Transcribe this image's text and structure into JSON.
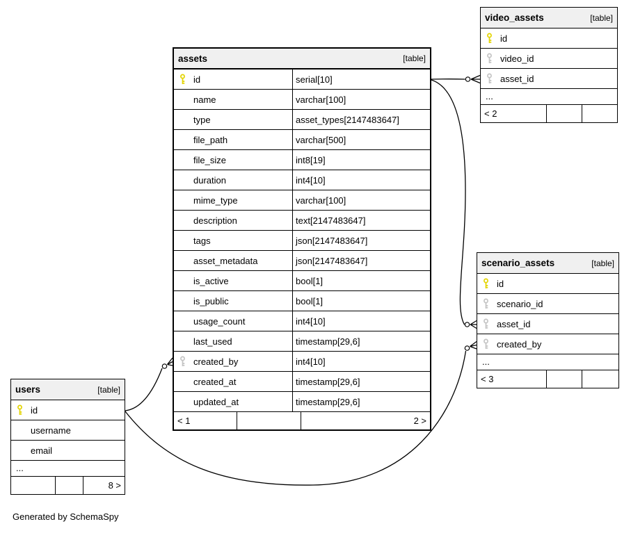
{
  "page": {
    "footer_note": "Generated by SchemaSpy"
  },
  "colors": {
    "background": "#ffffff",
    "table_header_bg": "#f0f0f0",
    "border": "#000000",
    "primary_key_icon": "#e3d400",
    "foreign_key_icon": "#c4c4c4"
  },
  "tables": {
    "assets": {
      "title": "assets",
      "badge": "[table]",
      "columns": [
        {
          "name": "id",
          "type": "serial[10]",
          "icon": "primary-key"
        },
        {
          "name": "name",
          "type": "varchar[100]",
          "icon": "none"
        },
        {
          "name": "type",
          "type": "asset_types[2147483647]",
          "icon": "none"
        },
        {
          "name": "file_path",
          "type": "varchar[500]",
          "icon": "none"
        },
        {
          "name": "file_size",
          "type": "int8[19]",
          "icon": "none"
        },
        {
          "name": "duration",
          "type": "int4[10]",
          "icon": "none"
        },
        {
          "name": "mime_type",
          "type": "varchar[100]",
          "icon": "none"
        },
        {
          "name": "description",
          "type": "text[2147483647]",
          "icon": "none"
        },
        {
          "name": "tags",
          "type": "json[2147483647]",
          "icon": "none"
        },
        {
          "name": "asset_metadata",
          "type": "json[2147483647]",
          "icon": "none"
        },
        {
          "name": "is_active",
          "type": "bool[1]",
          "icon": "none"
        },
        {
          "name": "is_public",
          "type": "bool[1]",
          "icon": "none"
        },
        {
          "name": "usage_count",
          "type": "int4[10]",
          "icon": "none"
        },
        {
          "name": "last_used",
          "type": "timestamp[29,6]",
          "icon": "none"
        },
        {
          "name": "created_by",
          "type": "int4[10]",
          "icon": "foreign-key"
        },
        {
          "name": "created_at",
          "type": "timestamp[29,6]",
          "icon": "none"
        },
        {
          "name": "updated_at",
          "type": "timestamp[29,6]",
          "icon": "none"
        }
      ],
      "footer": {
        "left": "< 1",
        "middle": "",
        "right": "2 >"
      }
    },
    "video_assets": {
      "title": "video_assets",
      "badge": "[table]",
      "columns": [
        {
          "name": "id",
          "icon": "primary-key"
        },
        {
          "name": "video_id",
          "icon": "foreign-key"
        },
        {
          "name": "asset_id",
          "icon": "foreign-key"
        }
      ],
      "ellipsis": "...",
      "footer": {
        "left": "< 2",
        "middle": "",
        "right": ""
      }
    },
    "scenario_assets": {
      "title": "scenario_assets",
      "badge": "[table]",
      "columns": [
        {
          "name": "id",
          "icon": "primary-key"
        },
        {
          "name": "scenario_id",
          "icon": "foreign-key"
        },
        {
          "name": "asset_id",
          "icon": "foreign-key"
        },
        {
          "name": "created_by",
          "icon": "foreign-key"
        }
      ],
      "ellipsis": "...",
      "footer": {
        "left": "< 3",
        "middle": "",
        "right": ""
      }
    },
    "users": {
      "title": "users",
      "badge": "[table]",
      "columns": [
        {
          "name": "id",
          "icon": "primary-key"
        },
        {
          "name": "username",
          "icon": "none"
        },
        {
          "name": "email",
          "icon": "none"
        }
      ],
      "ellipsis": "...",
      "footer": {
        "left": "",
        "middle": "",
        "right": "8 >"
      }
    }
  },
  "relationships": [
    {
      "from": "assets.id",
      "to": "video_assets.asset_id"
    },
    {
      "from": "assets.id",
      "to": "scenario_assets.asset_id"
    },
    {
      "from": "users.id",
      "to": "assets.created_by"
    },
    {
      "from": "users.id",
      "to": "scenario_assets.created_by"
    }
  ]
}
